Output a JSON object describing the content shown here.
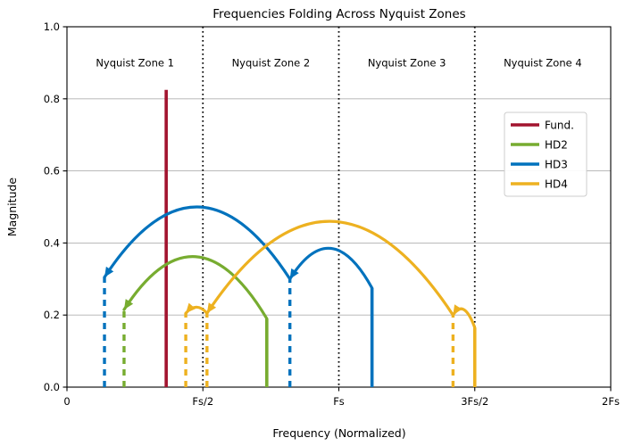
{
  "chart_data": {
    "type": "line",
    "title": "Frequencies Folding Across Nyquist Zones",
    "xlabel": "Frequency (Normalized)",
    "ylabel": "Magnitude",
    "xlim": [
      0,
      2
    ],
    "ylim": [
      0,
      1
    ],
    "grid": "horizontal",
    "legend_position": "upper right",
    "xticks": [
      0,
      0.5,
      1.0,
      1.5,
      2.0
    ],
    "xticklabels": [
      "0",
      "Fs/2",
      "Fs",
      "3Fs/2",
      "2Fs"
    ],
    "yticks": [
      0.0,
      0.2,
      0.4,
      0.6,
      0.8,
      1.0
    ],
    "yticklabels": [
      "0.0",
      "0.2",
      "0.4",
      "0.6",
      "0.8",
      "1.0"
    ],
    "zone_boundaries": [
      0.5,
      1.0,
      1.5
    ],
    "zone_annotations": [
      {
        "label": "Nyquist Zone 1",
        "x": 0.25,
        "y": 0.9
      },
      {
        "label": "Nyquist Zone 2",
        "x": 0.75,
        "y": 0.9
      },
      {
        "label": "Nyquist Zone 3",
        "x": 1.25,
        "y": 0.9
      },
      {
        "label": "Nyquist Zone 4",
        "x": 1.75,
        "y": 0.9
      }
    ],
    "series": [
      {
        "name": "Fund.",
        "color": "#A2142F",
        "true_frequency": 0.365,
        "true_magnitude": 0.825,
        "aliased_frequency": 0.365,
        "aliased_magnitude": 0.825,
        "folds": []
      },
      {
        "name": "HD2",
        "color": "#77AC30",
        "true_frequency": 0.735,
        "true_magnitude": 0.19,
        "aliased_frequency": 0.21,
        "aliased_magnitude": 0.215,
        "folds": [
          {
            "from_x": 0.735,
            "from_y": 0.19,
            "to_x": 0.21,
            "to_y": 0.215,
            "peak_y": 0.362
          }
        ]
      },
      {
        "name": "HD3",
        "color": "#0072BD",
        "true_frequency": 1.122,
        "true_magnitude": 0.275,
        "aliased_frequency": 0.138,
        "aliased_magnitude": 0.305,
        "folds": [
          {
            "from_x": 1.122,
            "from_y": 0.275,
            "to_x": 0.82,
            "to_y": 0.3,
            "peak_y": 0.385
          },
          {
            "from_x": 0.82,
            "from_y": 0.3,
            "to_x": 0.138,
            "to_y": 0.305,
            "peak_y": 0.5
          }
        ]
      },
      {
        "name": "HD4",
        "color": "#EDB120",
        "true_frequency": 1.5,
        "true_magnitude": 0.165,
        "aliased_frequency": 0.437,
        "aliased_magnitude": 0.205,
        "folds": [
          {
            "from_x": 1.5,
            "from_y": 0.165,
            "to_x": 1.42,
            "to_y": 0.2,
            "peak_y": 0.215
          },
          {
            "from_x": 1.42,
            "from_y": 0.2,
            "to_x": 0.515,
            "to_y": 0.205,
            "peak_y": 0.46
          },
          {
            "from_x": 0.515,
            "from_y": 0.205,
            "to_x": 0.437,
            "to_y": 0.205,
            "peak_y": 0.222
          }
        ]
      }
    ],
    "legend_entries": [
      {
        "label": "Fund.",
        "color": "#A2142F"
      },
      {
        "label": "HD2",
        "color": "#77AC30"
      },
      {
        "label": "HD3",
        "color": "#0072BD"
      },
      {
        "label": "HD4",
        "color": "#EDB120"
      }
    ]
  }
}
